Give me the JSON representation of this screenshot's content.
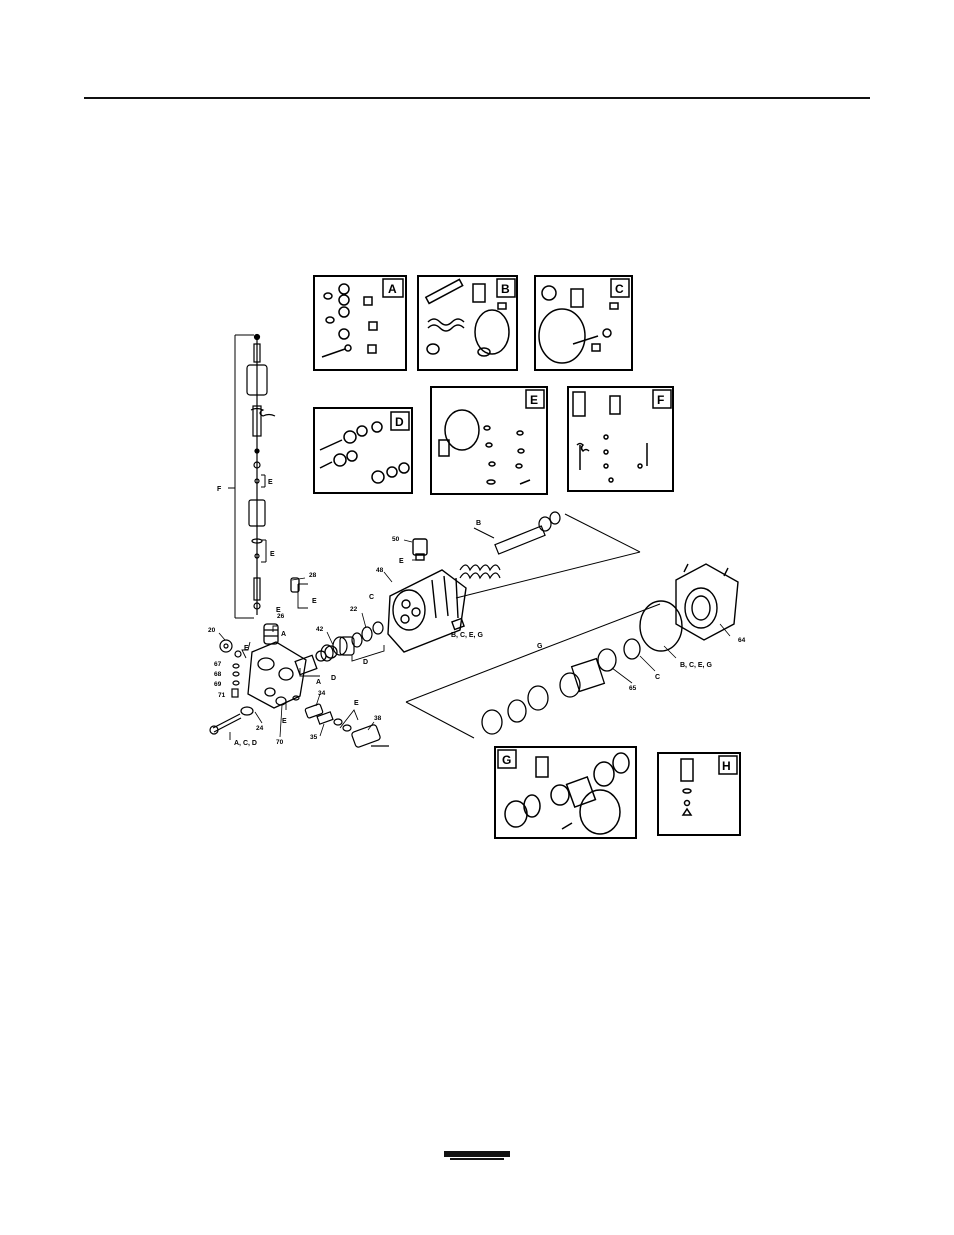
{
  "kits": [
    {
      "id": "A",
      "letter": "A"
    },
    {
      "id": "B",
      "letter": "B"
    },
    {
      "id": "C",
      "letter": "C"
    },
    {
      "id": "D",
      "letter": "D"
    },
    {
      "id": "E",
      "letter": "E"
    },
    {
      "id": "F",
      "letter": "F"
    },
    {
      "id": "G",
      "letter": "G"
    },
    {
      "id": "H",
      "letter": "H"
    }
  ],
  "callouts": {
    "c20": "20",
    "c67": "67",
    "c68": "68",
    "c69": "69",
    "c71": "71",
    "c24": "24",
    "c70": "70",
    "c26": "26",
    "c28": "28",
    "c42": "42",
    "c22": "22",
    "c48": "48",
    "c50": "50",
    "c34": "34",
    "c35": "35",
    "c38": "38",
    "c65": "65",
    "c64": "64"
  },
  "bracket_labels": {
    "f_main": "F",
    "e_upper": "E",
    "e_mid": "E",
    "e_26": "E",
    "e_28": "E",
    "e_50": "E",
    "e_left": "E",
    "e_70": "E",
    "e_35": "E",
    "a_26": "A",
    "a_42": "A",
    "d_42": "D",
    "d_22": "D",
    "c_22": "C",
    "c_65": "C",
    "b_top": "B",
    "g_main": "G",
    "acd": "A, C, D",
    "bceg_48": "B, C, E, G",
    "bceg_64": "B, C, E, G"
  },
  "colors": {
    "ink": "#000000",
    "paper": "#ffffff"
  }
}
